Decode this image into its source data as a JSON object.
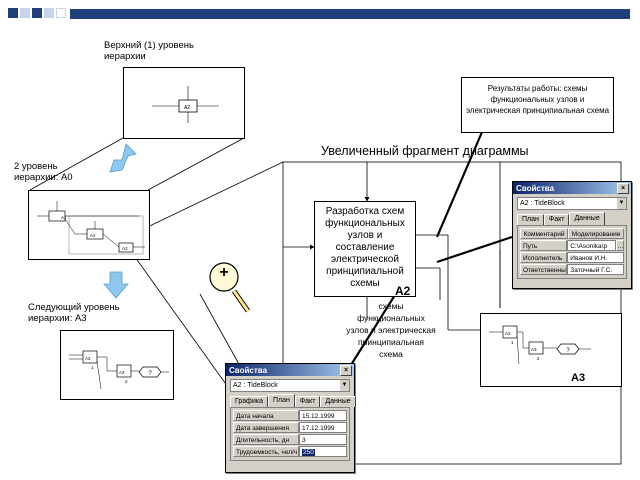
{
  "labels": {
    "top_level": "Верхний (1) уровень иерархии",
    "level2": "2 уровень иерархии: А0",
    "next_level": "Следующий уровень иерархии: А3",
    "zoom_title": "Увеличенный фрагмент диаграммы",
    "results": "Результаты работы: схемы функциональных узлов и электрическая принципиальная схема",
    "main_block": "Разработка схем функциональных узлов и составление электрической принципиальной схемы",
    "main_block_id": "A2",
    "output_label": "схемы функциональных узлов и электрическая принципиальная схема",
    "a3_id": "A3",
    "plus": "+"
  },
  "mini": {
    "a2": "A2",
    "a1": "A1",
    "a3": "A3",
    "q": "?",
    "n1": "1",
    "n2": "2"
  },
  "dialog_right": {
    "title": "Свойства",
    "combo": "A2 : TideBlock",
    "tabs": [
      "План",
      "Факт",
      "Данные"
    ],
    "headers": [
      "Комментарий",
      "Моделирование"
    ],
    "rows": [
      {
        "k": "Путь",
        "v": "C:\\Asonika\\p"
      },
      {
        "k": "Исполнитель",
        "v": "Иванов И.Н."
      },
      {
        "k": "Ответственный",
        "v": "Заточный Г.С."
      }
    ]
  },
  "dialog_bottom": {
    "title": "Свойства",
    "combo": "A2 : TideBlock",
    "tabs": [
      "Графика",
      "План",
      "Факт",
      "Данные"
    ],
    "rows": [
      {
        "k": "Дата начала",
        "v": "15.12.1999"
      },
      {
        "k": "Дата завершения",
        "v": "17.12.1999"
      },
      {
        "k": "Длительность, дн",
        "v": "3"
      },
      {
        "k": "Трудоемкость, чел/ч",
        "v": "250"
      }
    ]
  },
  "colors": {
    "header_dark": "#1f3f7a",
    "header_light": "#c8d4ec",
    "arrow_blue": "#8ec8ee",
    "dialog_bg": "#d4d0c8",
    "dialog_title": "#0a246a"
  }
}
